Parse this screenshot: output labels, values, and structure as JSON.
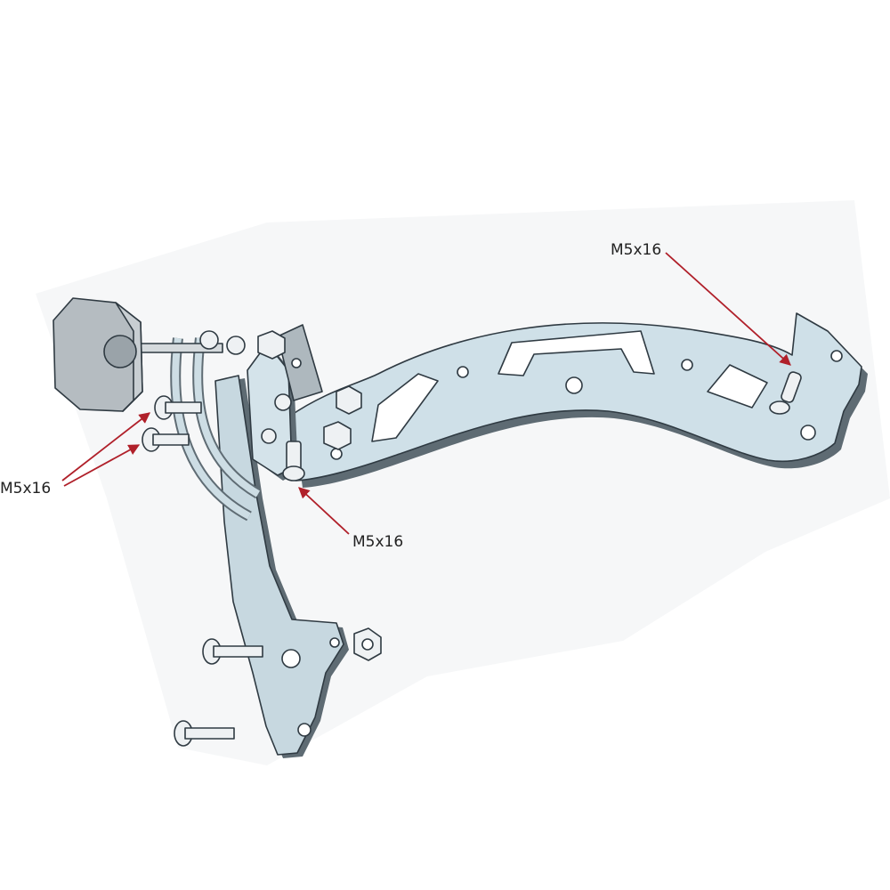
{
  "callouts": [
    {
      "id": "right-hook-screw",
      "label": "M5x16"
    },
    {
      "id": "center-screw",
      "label": "M5x16"
    },
    {
      "id": "left-knob-screws",
      "label": "M5x16"
    }
  ],
  "colors": {
    "bracket_face": "#c9dde6",
    "bracket_edge": "#5f6c74",
    "hardware": "#e8ecef",
    "knob": "#b8bfc4",
    "arrow": "#b0202a",
    "backdrop": "#f5f6f7"
  }
}
